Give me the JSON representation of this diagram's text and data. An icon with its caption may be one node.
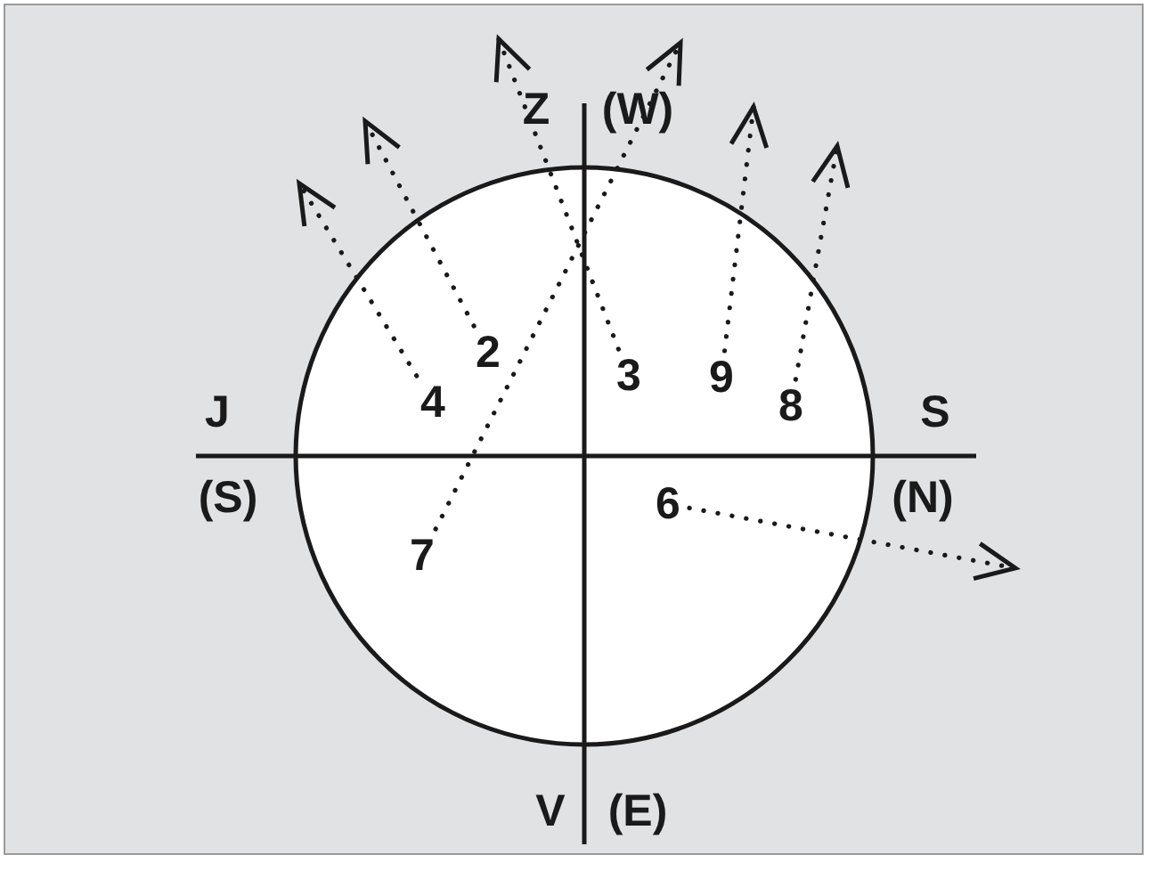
{
  "diagram": {
    "nodes": [
      {
        "text": [
          "2"
        ]
      },
      {
        "text": [
          "3"
        ]
      },
      {
        "text": [
          "9"
        ]
      },
      {
        "text": [
          "4"
        ]
      },
      {
        "text": [
          "8"
        ]
      },
      {
        "text": [
          "6"
        ]
      },
      {
        "text": [
          "7"
        ]
      }
    ],
    "edges": [
      {
        "from": 0,
        "to": null,
        "arrow": "to",
        "style": "dashed"
      },
      {
        "from": 1,
        "to": null,
        "arrow": "to",
        "style": "dashed"
      },
      {
        "from": 2,
        "to": null,
        "arrow": "to",
        "style": "dashed"
      },
      {
        "from": 3,
        "to": null,
        "arrow": "to",
        "style": "dashed"
      },
      {
        "from": 4,
        "to": null,
        "arrow": "to",
        "style": "dashed"
      },
      {
        "from": 5,
        "to": null,
        "arrow": "to",
        "style": "dashed"
      },
      {
        "from": 6,
        "to": null,
        "arrow": "to",
        "style": "dashed"
      }
    ],
    "labels": [
      "Z",
      "(W)",
      "J",
      "S",
      "(S)",
      "(N)",
      "V",
      "(E)"
    ]
  }
}
